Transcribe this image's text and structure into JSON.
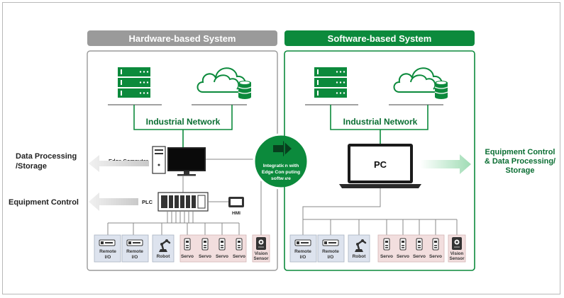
{
  "hardware": {
    "title": "Hardware-based System",
    "network": "Industrial Network",
    "edge_computer": "Edge Computer",
    "plc": "PLC",
    "hmi": "HMI",
    "devices": {
      "remote_io_1": [
        "Remote",
        "I/O"
      ],
      "remote_io_2": [
        "Remote",
        "I/O"
      ],
      "robot": "Robot",
      "servo": "Servo",
      "vision": [
        "Vision",
        "Sensor"
      ]
    }
  },
  "software": {
    "title": "Software-based System",
    "network": "Industrial Network",
    "pc": "PC",
    "devices": {
      "remote_io_1": [
        "Remote",
        "I/O"
      ],
      "remote_io_2": [
        "Remote",
        "I/O"
      ],
      "robot": "Robot",
      "servo": "Servo",
      "vision": [
        "Vision",
        "Sensor"
      ]
    }
  },
  "left_labels": {
    "data_processing": [
      "Data Processing",
      "/Storage"
    ],
    "equipment_control": "Equipment Control"
  },
  "right_label": [
    "Equipment Control",
    "& Data Processing/",
    "Storage"
  ],
  "integration_badge": [
    "Integration with",
    "Edge Computing",
    "software"
  ],
  "colors": {
    "green": "#0c8a3c",
    "dark_green": "#0b6e33",
    "grey_header": "#9a9a9a",
    "device_blue": "#dde3ee",
    "device_pink": "#f2dede"
  }
}
